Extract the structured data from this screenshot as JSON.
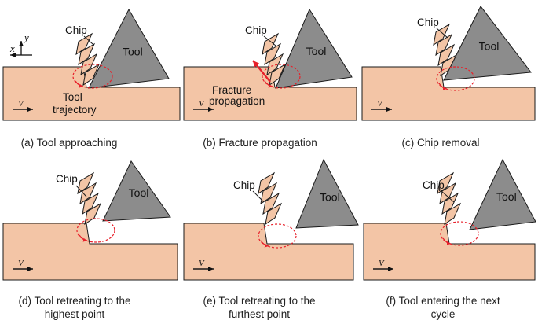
{
  "axes": {
    "x": "x",
    "y": "y"
  },
  "panels": [
    {
      "id": "a",
      "caption": [
        "(a) Tool approaching"
      ],
      "tool": "Tool",
      "chip": "Chip",
      "velocity": "V",
      "annotations": [
        "Tool",
        "trajectory"
      ]
    },
    {
      "id": "b",
      "caption": [
        "(b) Fracture propagation"
      ],
      "tool": "Tool",
      "chip": "Chip",
      "velocity": "V",
      "annotations": [
        "Fracture",
        "propagation"
      ]
    },
    {
      "id": "c",
      "caption": [
        "(c) Chip removal"
      ],
      "tool": "Tool",
      "chip": "Chip",
      "velocity": "V"
    },
    {
      "id": "d",
      "caption": [
        "(d) Tool retreating to the",
        "highest point"
      ],
      "tool": "Tool",
      "chip": "Chip",
      "velocity": "V"
    },
    {
      "id": "e",
      "caption": [
        "(e) Tool retreating to the",
        "furthest point"
      ],
      "tool": "Tool",
      "chip": "Chip",
      "velocity": "V"
    },
    {
      "id": "f",
      "caption": [
        "(f) Tool entering the next",
        "cycle"
      ],
      "tool": "Tool",
      "chip": "Chip",
      "velocity": "V"
    }
  ],
  "colors": {
    "workpiece": "#f3c5a6",
    "tool": "#8c8c8c",
    "trajectory": "#e8202a",
    "outline": "#1a1a1a"
  }
}
